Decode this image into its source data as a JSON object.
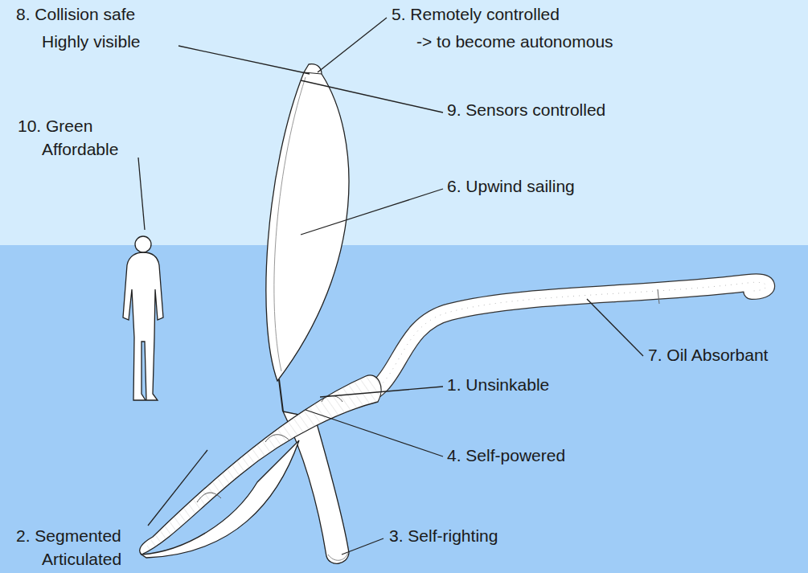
{
  "diagram": {
    "labels": [
      "8. Collision safe",
      "Highly visible",
      "5. Remotely controlled",
      "-> to become autonomous",
      "9. Sensors controlled",
      "10. Green",
      "Affordable",
      "6. Upwind sailing",
      "7. Oil Absorbant",
      "1. Unsinkable",
      "4. Self-powered",
      "2. Segmented",
      "Articulated",
      "3. Self-righting"
    ]
  }
}
